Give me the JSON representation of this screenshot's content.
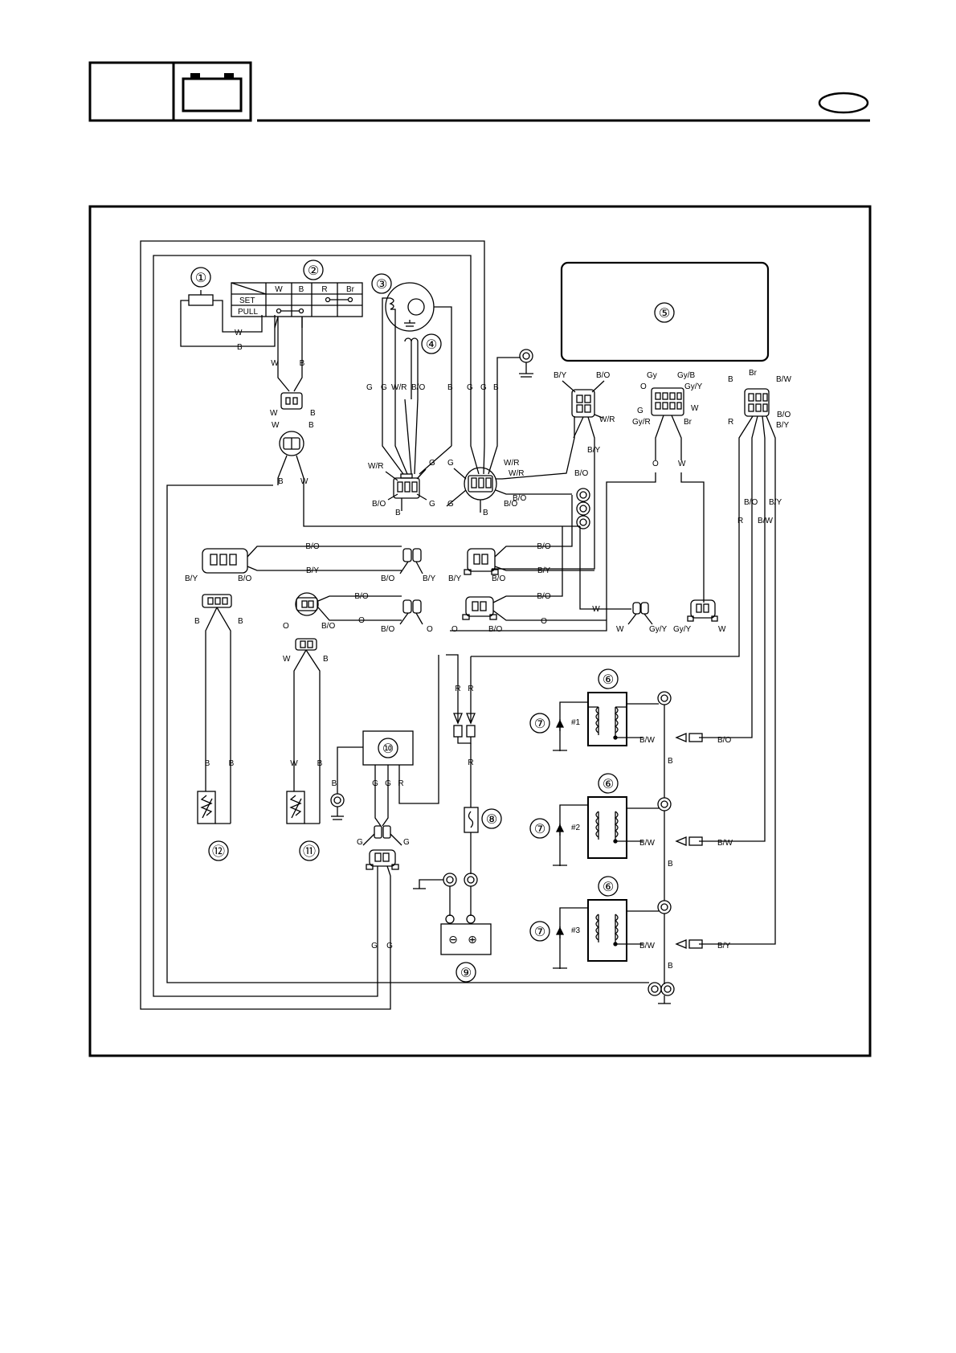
{
  "header": {
    "tab_icon": "battery-icon",
    "lang_badge": ""
  },
  "switch_table": {
    "columns": [
      "W",
      "B",
      "R",
      "Br"
    ],
    "rows": [
      "SET",
      "PULL"
    ]
  },
  "callouts": {
    "c1": "①",
    "c2": "②",
    "c3": "③",
    "c4": "④",
    "c5": "⑤",
    "c6": "⑥",
    "c7": "⑦",
    "c8": "⑧",
    "c9": "⑨",
    "c10": "⑩",
    "c11": "⑪",
    "c12": "⑫"
  },
  "coils": [
    "#1",
    "#2",
    "#3"
  ],
  "battery": {
    "neg": "⊖",
    "pos": "⊕"
  },
  "wire_labels": {
    "W": "W",
    "B": "B",
    "G": "G",
    "R": "R",
    "O": "O",
    "WR": "W/R",
    "BO": "B/O",
    "BY": "B/Y",
    "BW": "B/W",
    "Gy": "Gy",
    "GyB": "Gy/B",
    "GyY": "Gy/Y",
    "GyR": "Gy/R",
    "Br": "Br"
  }
}
